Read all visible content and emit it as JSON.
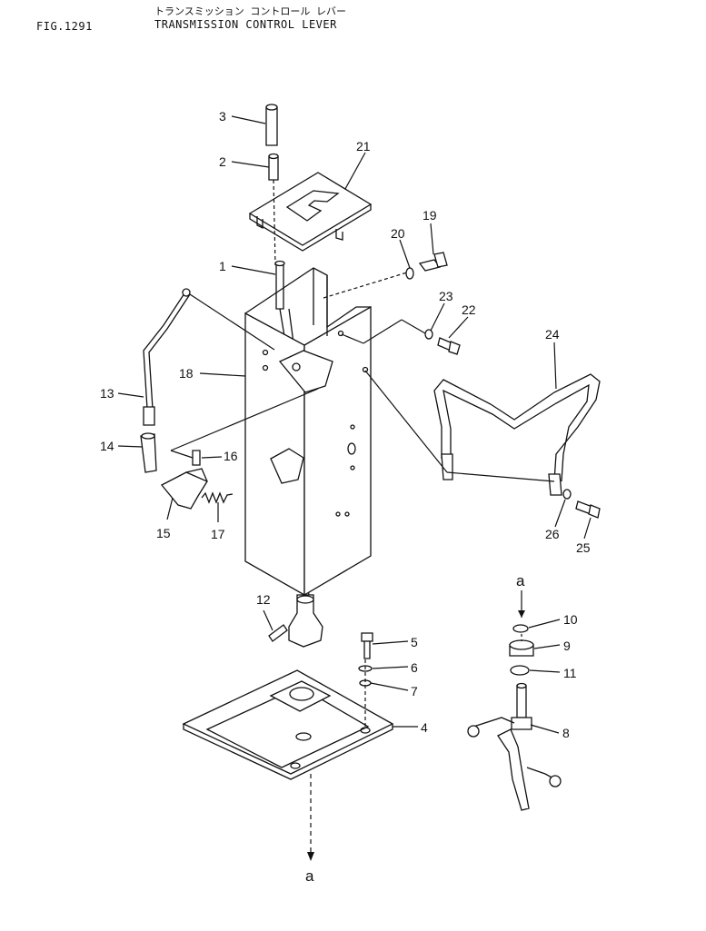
{
  "header": {
    "figure": "FIG.1291",
    "title_jp": "トランスミッション コントロール レバー",
    "title_en": "TRANSMISSION CONTROL LEVER"
  },
  "callouts": [
    "1",
    "2",
    "3",
    "4",
    "5",
    "6",
    "7",
    "8",
    "9",
    "10",
    "11",
    "12",
    "13",
    "14",
    "15",
    "16",
    "17",
    "18",
    "19",
    "20",
    "21",
    "22",
    "23",
    "24",
    "25",
    "26"
  ],
  "connectors": [
    "a",
    "a"
  ]
}
